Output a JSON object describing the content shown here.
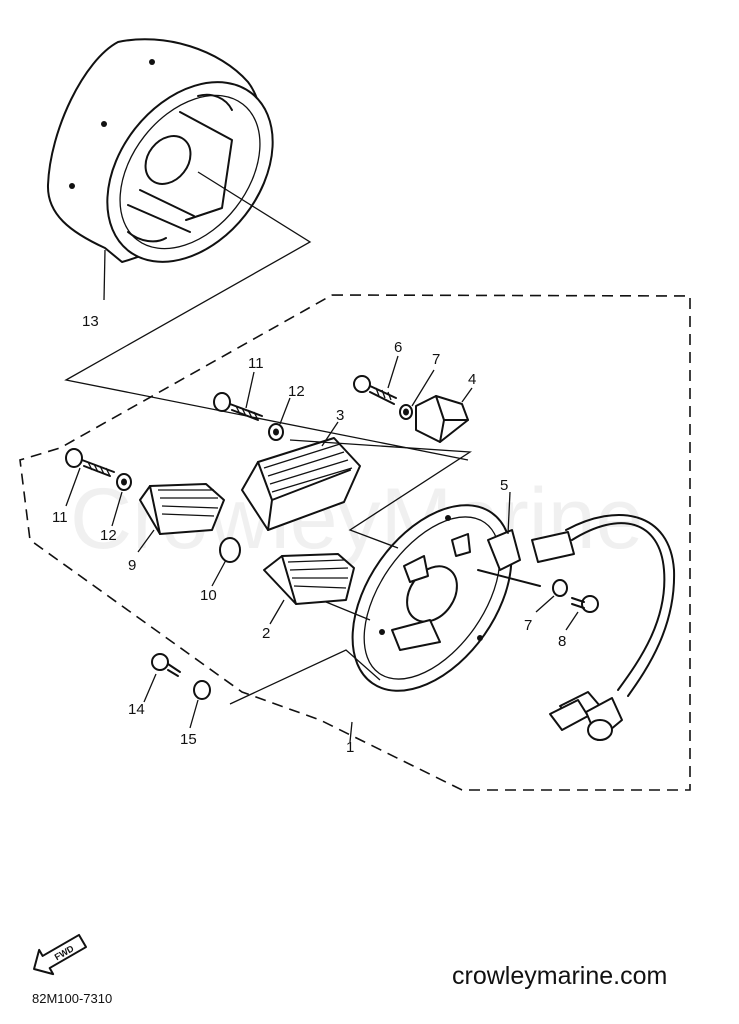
{
  "callouts": {
    "p1": "1",
    "p2": "2",
    "p3": "3",
    "p4": "4",
    "p5": "5",
    "p6": "6",
    "p7a": "7",
    "p7b": "7",
    "p8": "8",
    "p9": "9",
    "p10": "10",
    "p11a": "11",
    "p11b": "11",
    "p12a": "12",
    "p12b": "12",
    "p13": "13",
    "p14": "14",
    "p15": "15"
  },
  "watermark": "CrowleyMarine",
  "site_label": "crowleymarine.com",
  "diagram_code": "82M100-7310",
  "fwd_label": "FWD"
}
